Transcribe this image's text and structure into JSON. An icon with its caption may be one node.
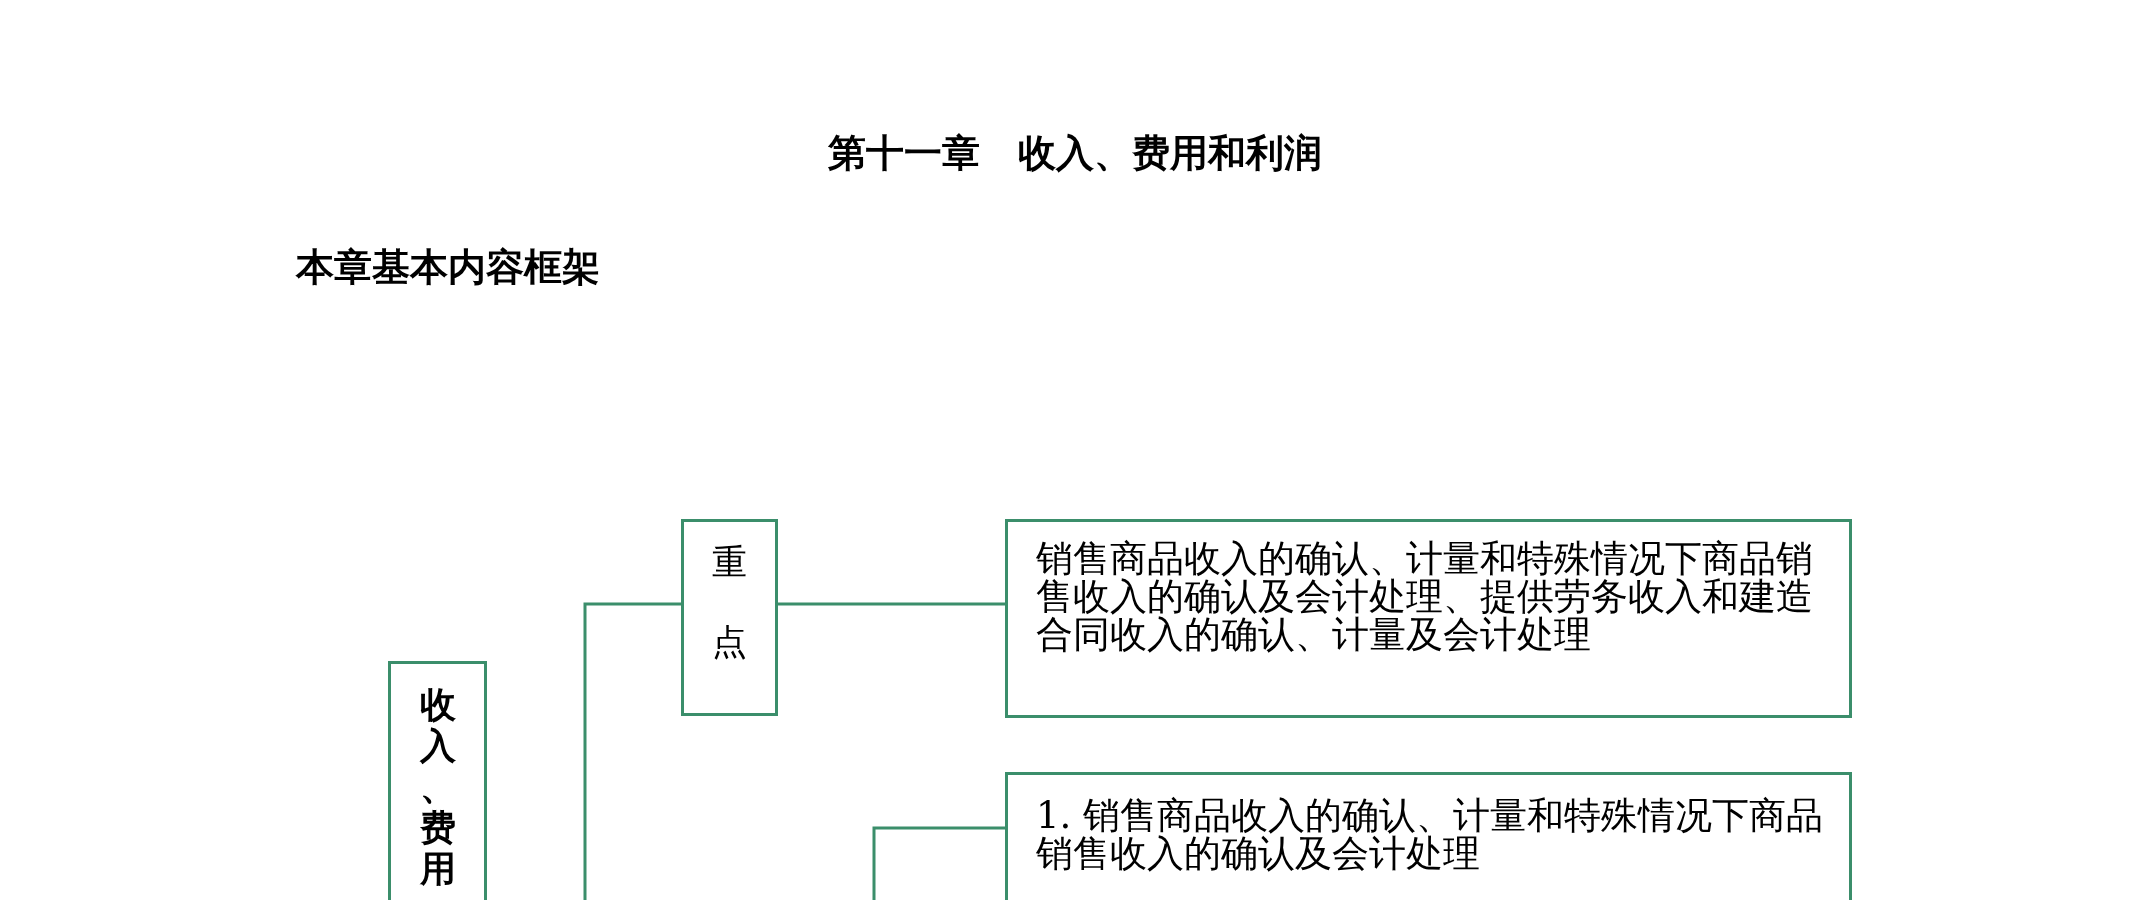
{
  "diagram": {
    "title": "第十一章　收入、费用和利润",
    "nodes": [
      {
        "text": [
          "收入、费用"
        ]
      },
      {
        "text": [
          "重点"
        ]
      },
      {
        "text": [
          "销售商品收入的确认、计量和特殊情况下商品销售收入的确认及会计处理、提供劳务收入和建造合同收入的确认、计量及会计处理"
        ]
      },
      {
        "text": [
          "1. 销售商品收入的确认、计量和特殊情况下商品销售收入的确认及会计处理"
        ]
      }
    ],
    "edges": [
      {
        "from": null,
        "to": 1,
        "arrow": "none"
      },
      {
        "from": 1,
        "to": 2,
        "arrow": "none"
      },
      {
        "from": null,
        "to": 3,
        "arrow": "none"
      }
    ],
    "labels": [
      "本章基本内容框架"
    ]
  }
}
